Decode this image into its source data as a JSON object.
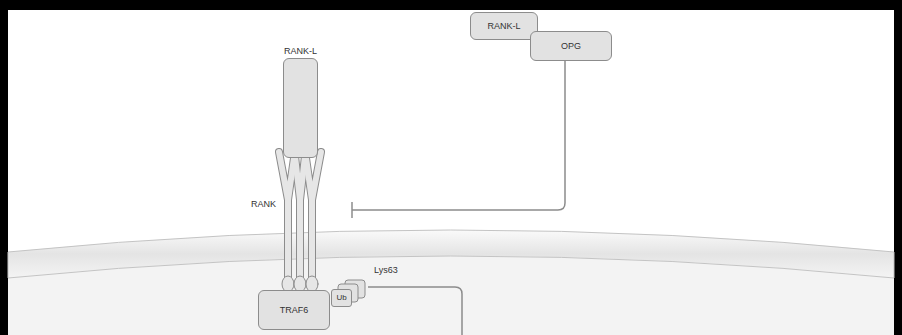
{
  "diagram": {
    "nodes": [
      {
        "text": [
          "RANK-L"
        ]
      },
      {
        "text": [
          "RANK-L"
        ]
      },
      {
        "text": [
          "OPG"
        ]
      },
      {
        "text": [
          "TRAF6"
        ]
      },
      {
        "text": [
          "Ub"
        ]
      }
    ],
    "labels": [
      "RANK",
      "Lys63"
    ]
  }
}
